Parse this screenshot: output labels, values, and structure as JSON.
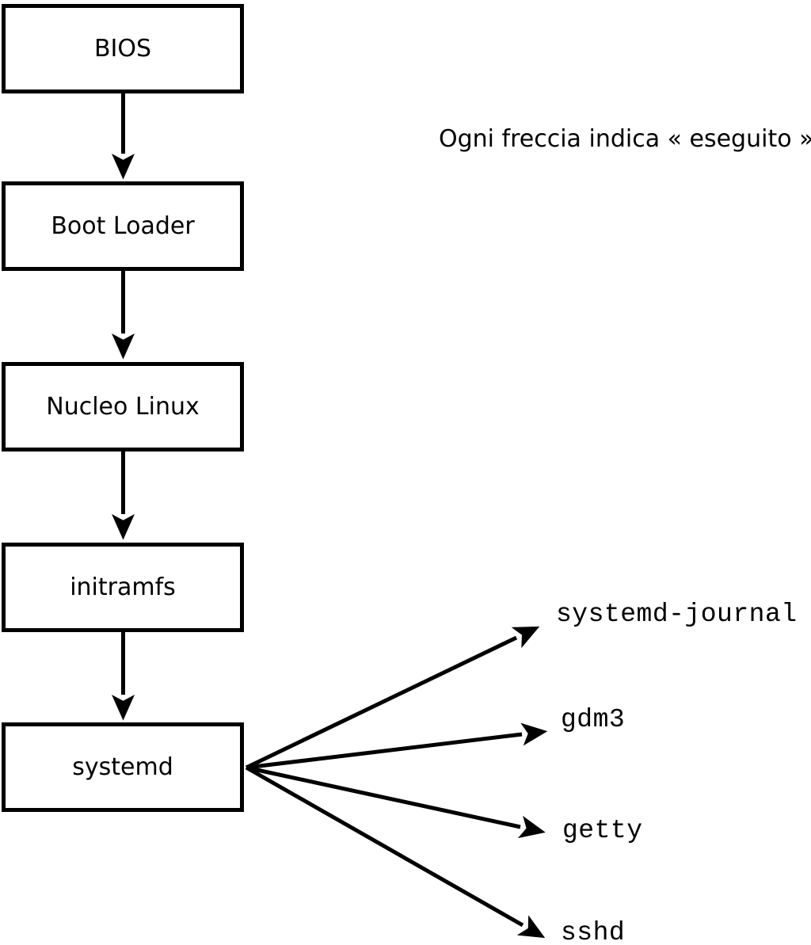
{
  "diagram": {
    "note": "Ogni freccia indica « eseguito ».",
    "boot_chain": [
      {
        "label": "BIOS"
      },
      {
        "label": "Boot Loader"
      },
      {
        "label": "Nucleo Linux"
      },
      {
        "label": "initramfs"
      },
      {
        "label": "systemd"
      }
    ],
    "spawned_services": [
      {
        "label": "systemd-journal"
      },
      {
        "label": "gdm3"
      },
      {
        "label": "getty"
      },
      {
        "label": "sshd"
      }
    ],
    "colors": {
      "stroke": "#000000",
      "box_fill": "#ffffff",
      "background": "#ffffff",
      "text": "#000000"
    }
  }
}
